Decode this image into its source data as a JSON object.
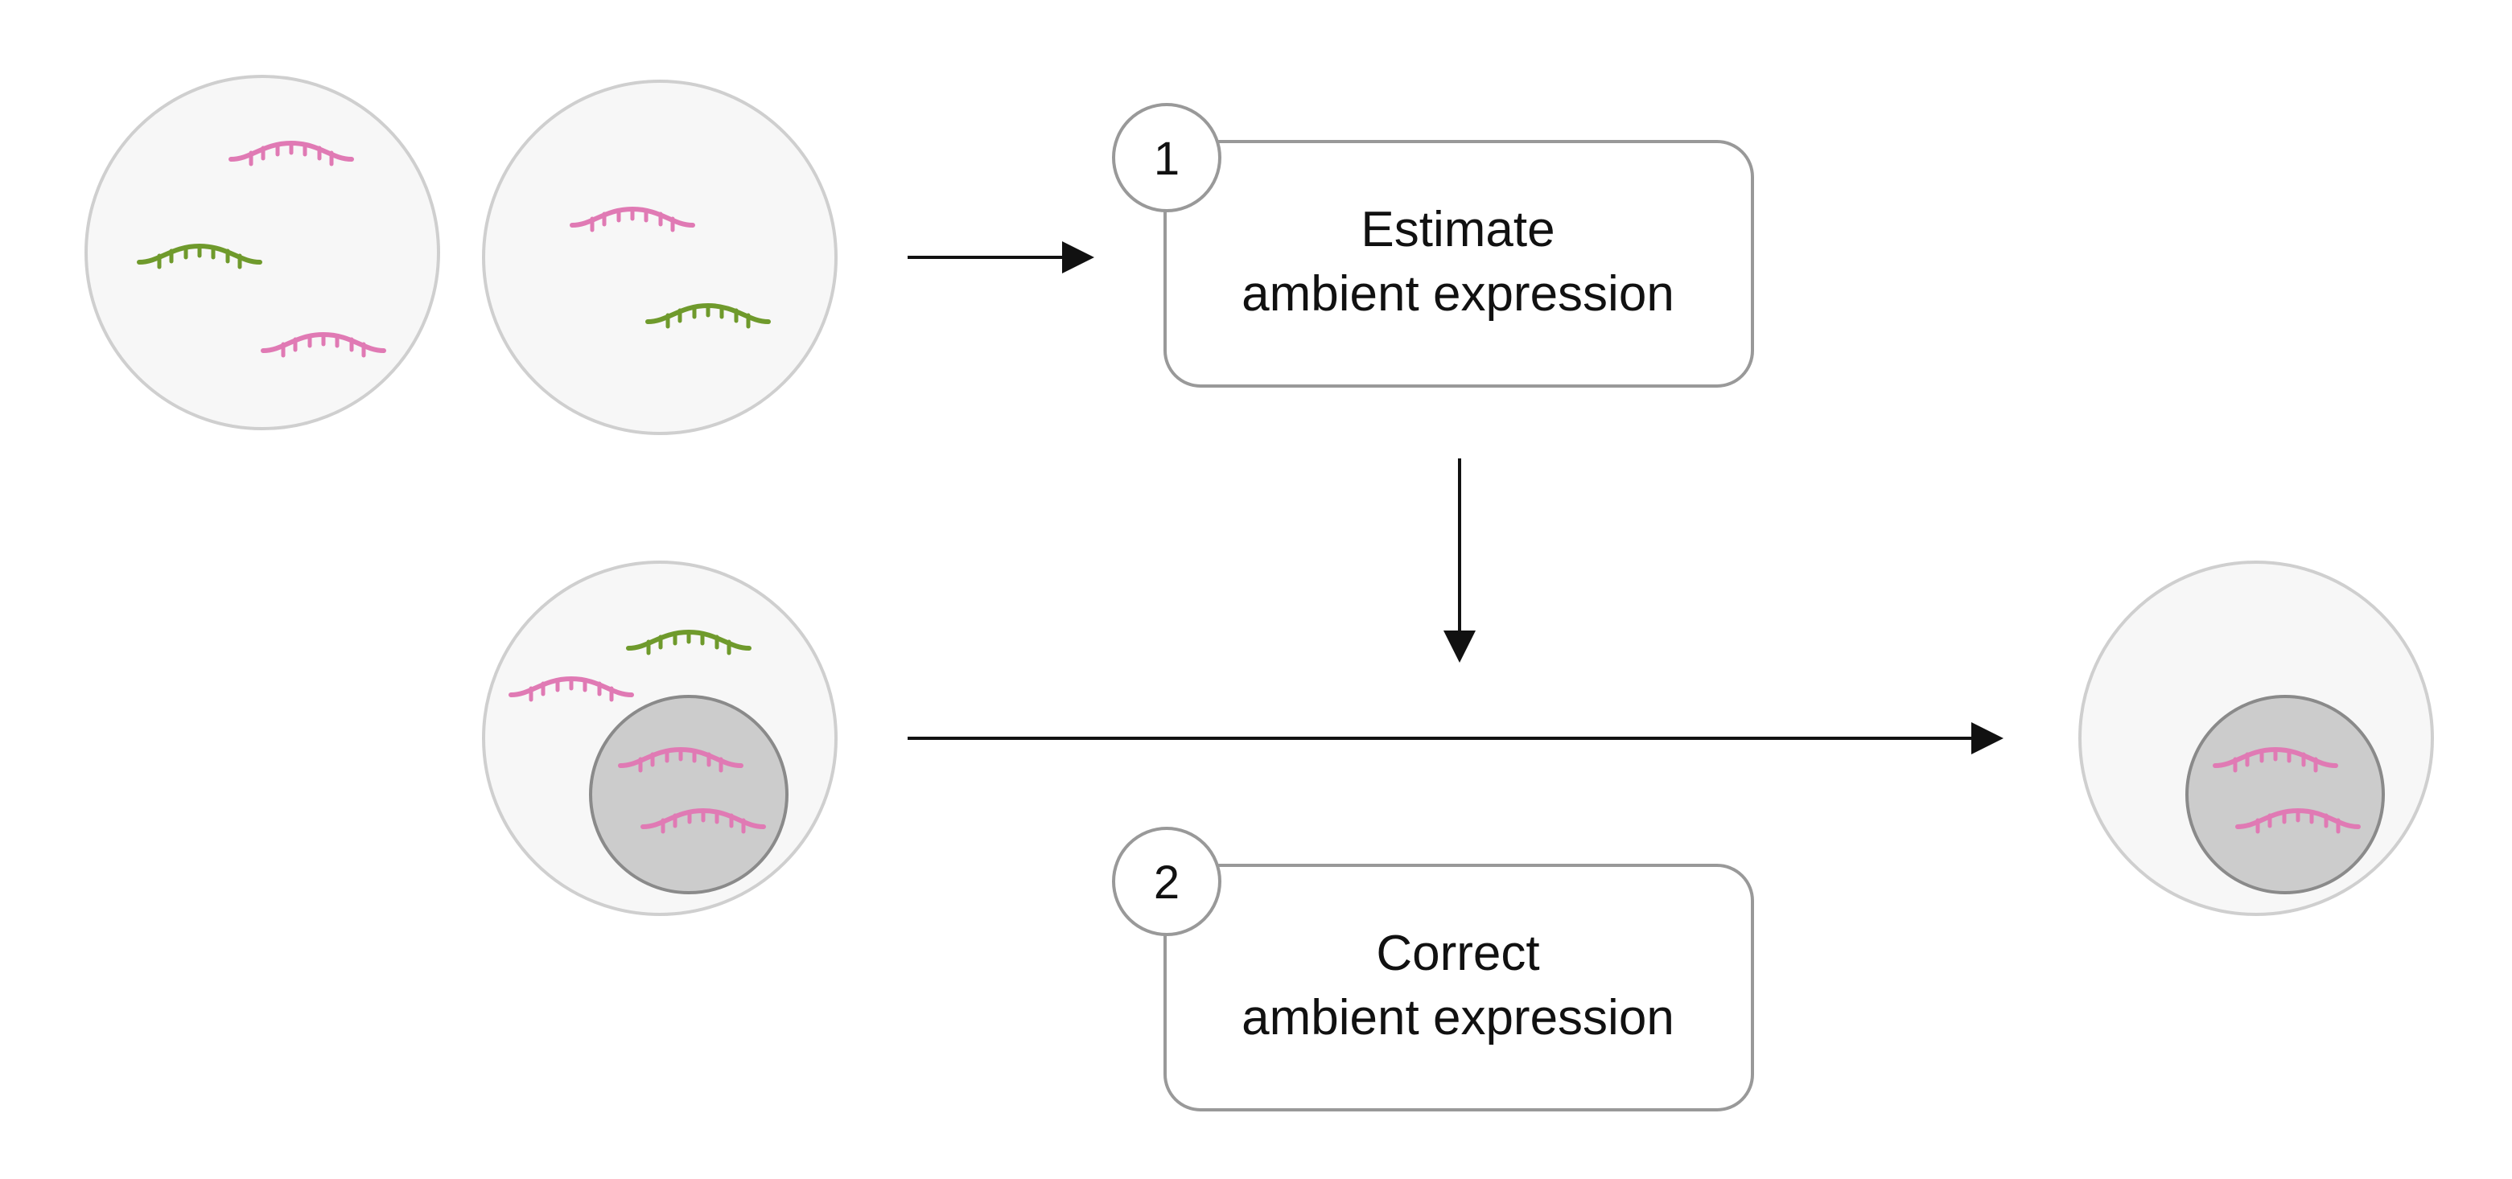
{
  "steps": [
    {
      "number": "1",
      "line1": "Estimate",
      "line2": "ambient expression"
    },
    {
      "number": "2",
      "line1": "Correct",
      "line2": "ambient expression"
    }
  ],
  "colors": {
    "pink_rna": "#e07ab4",
    "green_rna": "#6f9a2c",
    "droplet_fill": "#f7f7f7",
    "droplet_stroke": "#cfcfcf",
    "cell_fill": "#cccccc",
    "cell_stroke": "#8a8a8a",
    "box_stroke": "#999999",
    "arrow": "#111111"
  },
  "icons": [
    "rna-strand-icon",
    "step-number-badge"
  ]
}
